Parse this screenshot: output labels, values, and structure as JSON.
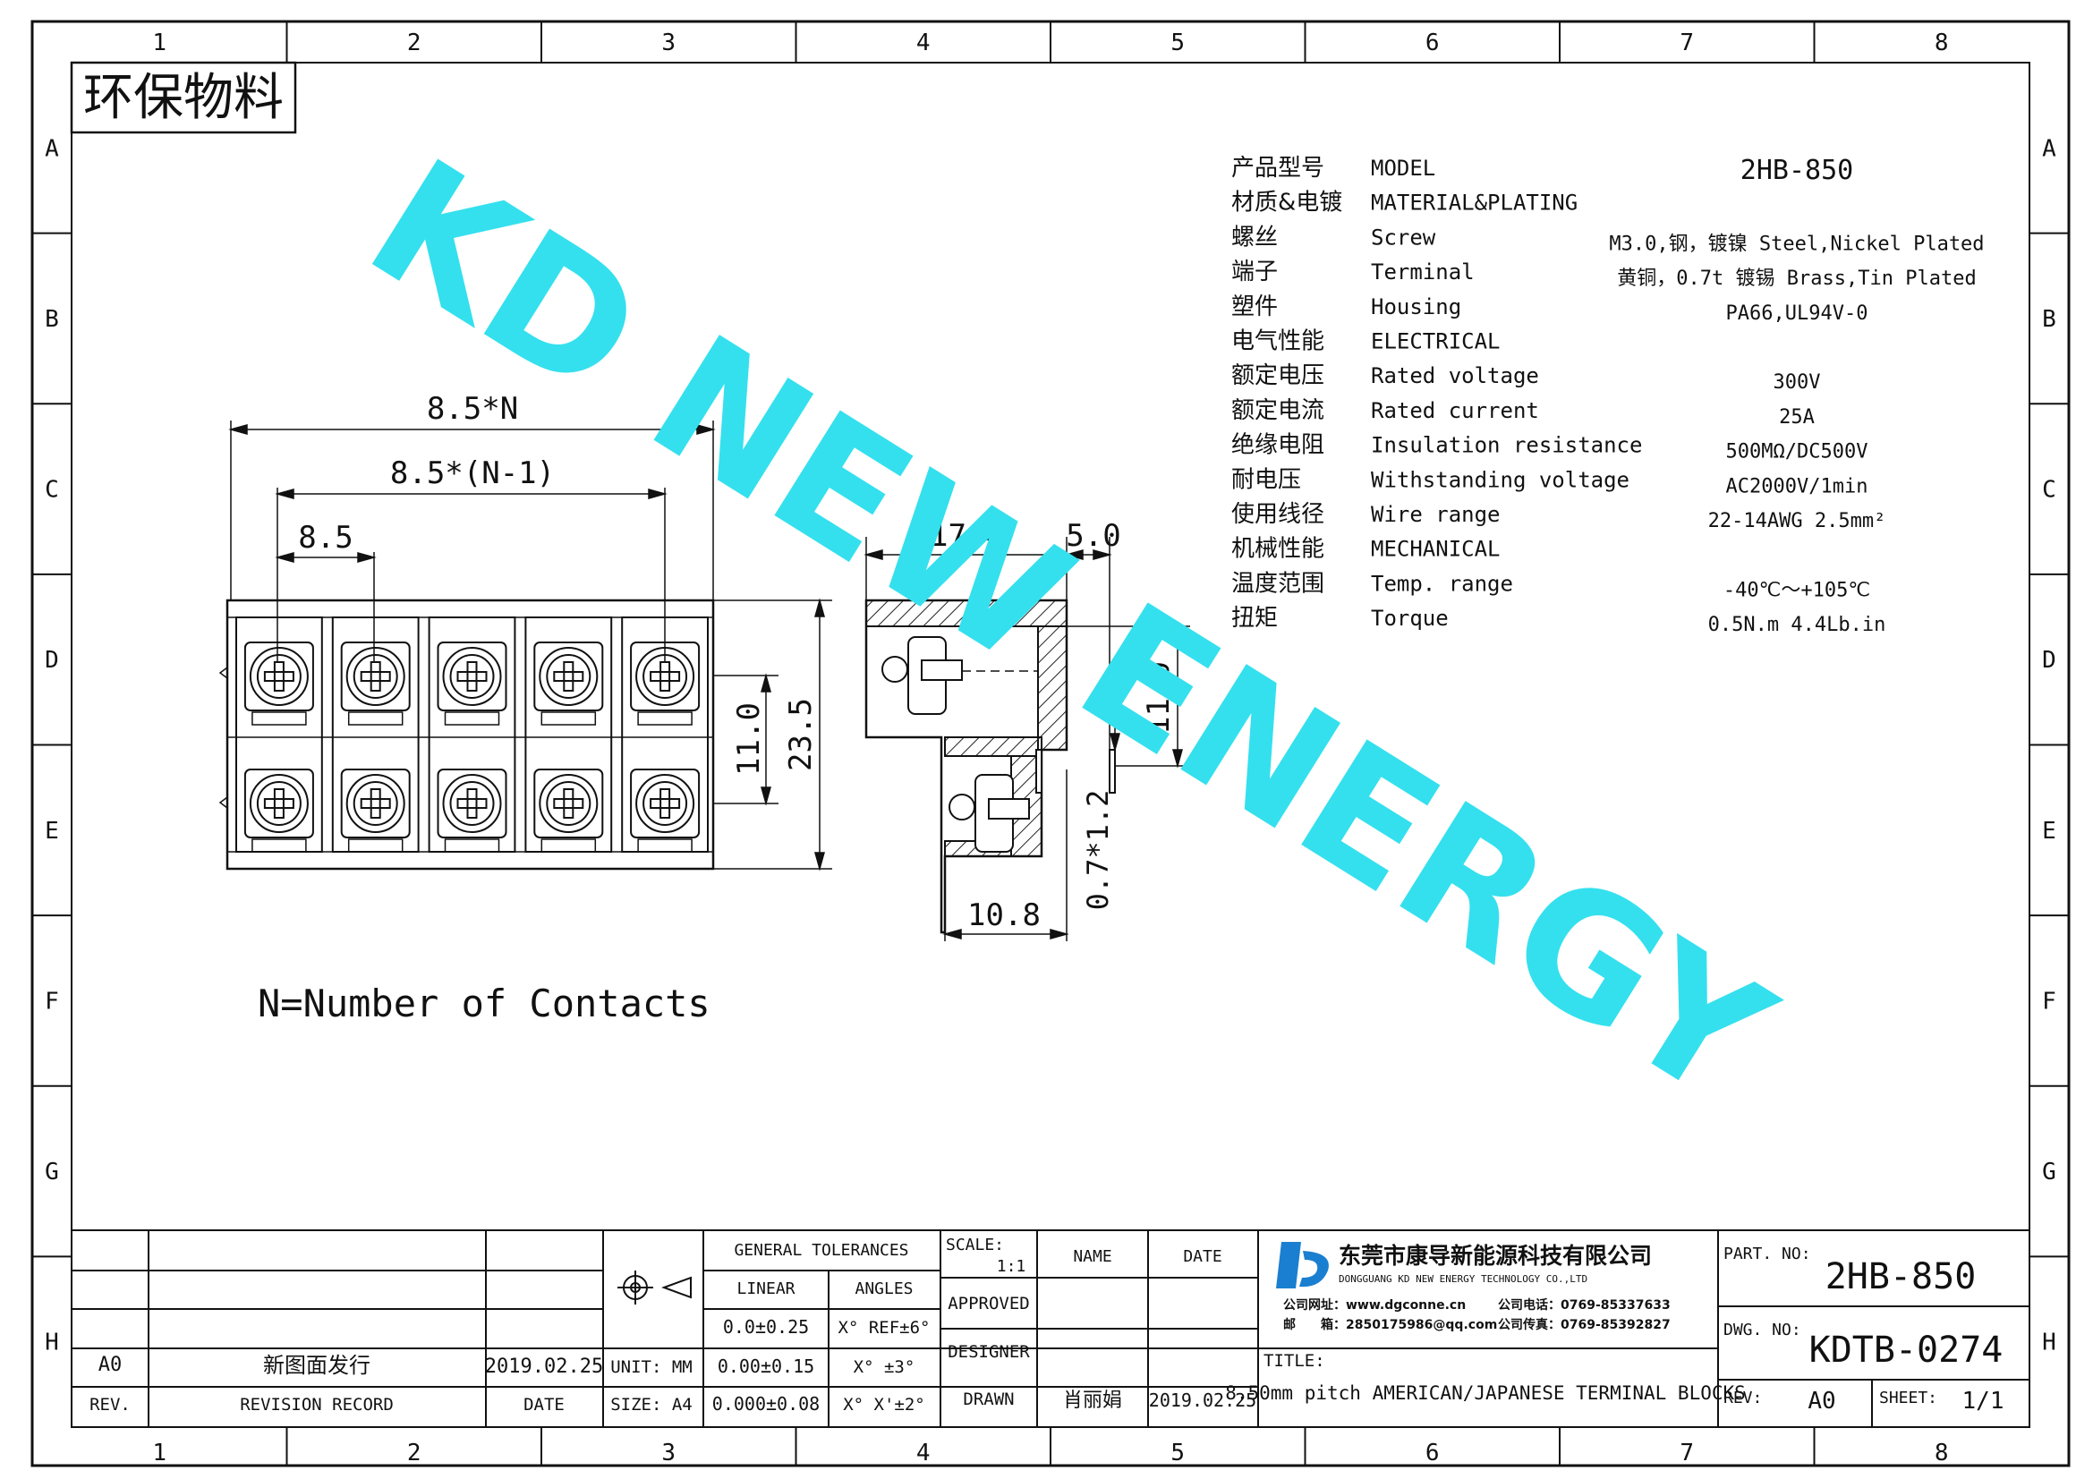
{
  "border": {
    "column_numbers": [
      "1",
      "2",
      "3",
      "4",
      "5",
      "6",
      "7",
      "8"
    ],
    "row_letters": [
      "A",
      "B",
      "C",
      "D",
      "E",
      "F",
      "G",
      "H"
    ]
  },
  "stamp": "环保物料",
  "watermark": "KD NEW ENERGY",
  "specs": [
    {
      "cn": "产品型号",
      "en": "MODEL",
      "value": "2HB-850"
    },
    {
      "cn": "材质&电镀",
      "en": "MATERIAL&PLATING",
      "value": ""
    },
    {
      "cn": "螺丝",
      "en": "Screw",
      "value": "M3.0,钢，镀镍 Steel,Nickel Plated"
    },
    {
      "cn": "端子",
      "en": "Terminal",
      "value": "黄铜，0.7t 镀锡 Brass,Tin Plated"
    },
    {
      "cn": "塑件",
      "en": "Housing",
      "value": "PA66,UL94V-0"
    },
    {
      "cn": "电气性能",
      "en": "ELECTRICAL",
      "value": ""
    },
    {
      "cn": "额定电压",
      "en": "Rated voltage",
      "value": "300V"
    },
    {
      "cn": "额定电流",
      "en": "Rated current",
      "value": "25A"
    },
    {
      "cn": "绝缘电阻",
      "en": "Insulation resistance",
      "value": "500MΩ/DC500V"
    },
    {
      "cn": "耐电压",
      "en": "Withstanding voltage",
      "value": "AC2000V/1min"
    },
    {
      "cn": "使用线径",
      "en": "Wire range",
      "value": "22-14AWG 2.5mm²"
    },
    {
      "cn": "机械性能",
      "en": "MECHANICAL",
      "value": ""
    },
    {
      "cn": "温度范围",
      "en": "Temp. range",
      "value": "-40℃～+105℃"
    },
    {
      "cn": "扭矩",
      "en": "Torque",
      "value": "0.5N.m  4.4Lb.in"
    }
  ],
  "front_view": {
    "dims": {
      "pitch_n": "8.5*N",
      "pitch_n_minus_1": "8.5*(N-1)",
      "pitch": "8.5",
      "row_spacing": "11.0",
      "height": "23.5"
    },
    "poles": 5
  },
  "side_view": {
    "dims": {
      "depth": "17.4",
      "offset": "5.0",
      "row_spacing": "11.0",
      "pin": "0.7*1.2",
      "base": "10.8"
    }
  },
  "note": "N=Number of Contacts",
  "title_block": {
    "revision_rows": [
      {
        "rev": "",
        "record": "",
        "date": ""
      },
      {
        "rev": "",
        "record": "",
        "date": ""
      },
      {
        "rev": "",
        "record": "",
        "date": ""
      },
      {
        "rev": "A0",
        "record": "新图面发行",
        "date": "2019.02.25"
      }
    ],
    "rev_header": "REV.",
    "record_header": "REVISION RECORD",
    "date_header": "DATE",
    "unit": "UNIT: MM",
    "size": "SIZE: A4",
    "tolerances": {
      "header": "GENERAL TOLERANCES",
      "linear_label": "LINEAR",
      "angles_label": "ANGLES",
      "linear": [
        "0.0±0.25",
        "0.00±0.15",
        "0.000±0.08"
      ],
      "angles": [
        "X° REF±6°",
        "X° ±3°",
        "X° X'±2°"
      ]
    },
    "scale_label": "SCALE:",
    "scale_value": "1:1",
    "name_header": "NAME",
    "date_col_header": "DATE",
    "approved": "APPROVED",
    "designer": "DESIGNER",
    "drawn": "DRAWN",
    "drawn_name": "肖丽娟",
    "drawn_date": "2019.02.25",
    "company": {
      "name_cn": "东莞市康导新能源科技有限公司",
      "name_en": "DONGGUANG KD NEW ENERGY TECHNOLOGY CO.,LTD",
      "website": "公司网址：www.dgconne.cn",
      "phone": "公司电话：0769-85337633",
      "email": "邮　　箱：2850175986@qq.com",
      "fax": "公司传真：0769-85392827"
    },
    "title_label": "TITLE:",
    "title": "8.50mm pitch AMERICAN/JAPANESE TERMINAL BLOCKS",
    "part_no_label": "PART. NO:",
    "part_no": "2HB-850",
    "dwg_no_label": "DWG. NO:",
    "dwg_no": "KDTB-0274",
    "rev_label": "REV:",
    "rev": "A0",
    "sheet_label": "SHEET:",
    "sheet": "1/1"
  }
}
